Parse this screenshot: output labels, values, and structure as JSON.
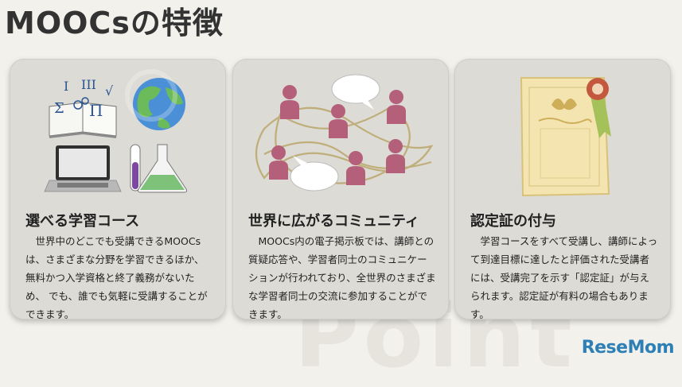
{
  "page": {
    "title": "MOOCsの特徴"
  },
  "watermark": {
    "text": "Point"
  },
  "cards": [
    {
      "heading": "選べる学習コース",
      "text": "　世界中のどこでも受講できるMOOCsは、さまざまな分野を学習できるほか、無料かつ入学資格と終了義務がないため、 でも、誰でも気軽に受講することができます。",
      "icons": [
        "book-math-icon",
        "globe-icon",
        "laptop-icon",
        "flask-icon"
      ]
    },
    {
      "heading": "世界に広がるコミュニティ",
      "text": "　MOOCs内の電子掲示板では、講師との質疑応答や、学習者同士のコミュニケーションが行われており、全世界のさまざまな学習者同士の交流に参加することができます。",
      "icons": [
        "people-network-icon",
        "speech-bubble-icon"
      ]
    },
    {
      "heading": "認定証の付与",
      "text": "　学習コースをすべて受講し、講師によって到達目標に達したと評価された受講者には、受講完了を示す「認定証」が与えられます。認定証が有料の場合もあります。",
      "icons": [
        "certificate-icon",
        "ribbon-rosette-icon"
      ]
    }
  ],
  "brand": {
    "logo": "ReseMom"
  },
  "colors": {
    "card_bg": "#dcdbd5",
    "accent_people": "#b5607a",
    "brand": "#2d7fb6"
  }
}
